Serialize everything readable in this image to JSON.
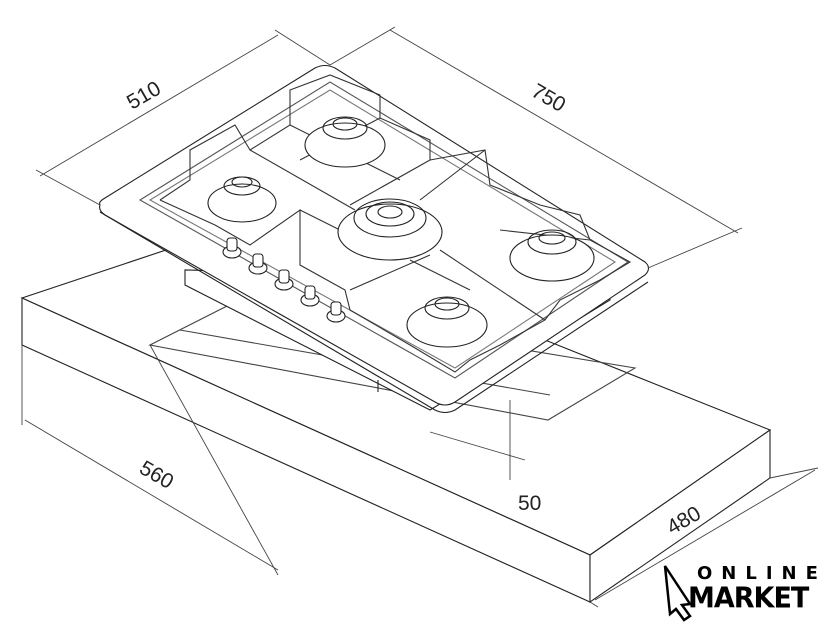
{
  "dimensions": {
    "hob_depth": "510",
    "hob_width": "750",
    "cutout_width": "560",
    "cutout_depth": "480",
    "height": "50"
  },
  "logo": {
    "line1": "ONLINE",
    "line2": "MARKET"
  },
  "burners": [
    {
      "name": "rear-left"
    },
    {
      "name": "front-left-small"
    },
    {
      "name": "center-wok"
    },
    {
      "name": "rear-right"
    },
    {
      "name": "front-right"
    }
  ],
  "knob_count": 5
}
